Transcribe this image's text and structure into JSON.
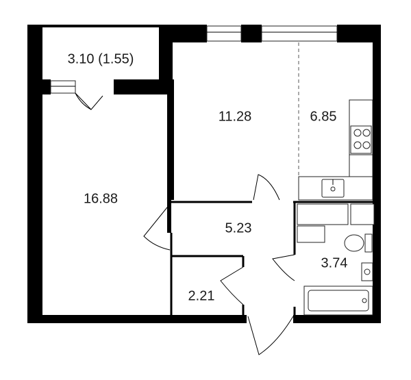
{
  "plan": {
    "rooms": [
      {
        "id": "balcony",
        "area": "3.10 (1.55)"
      },
      {
        "id": "bedroom",
        "area": "16.88"
      },
      {
        "id": "living",
        "area": "11.28"
      },
      {
        "id": "kitchen",
        "area": "6.85"
      },
      {
        "id": "hallway",
        "area": "5.23"
      },
      {
        "id": "storage",
        "area": "2.21"
      },
      {
        "id": "bathroom",
        "area": "3.74"
      }
    ]
  }
}
